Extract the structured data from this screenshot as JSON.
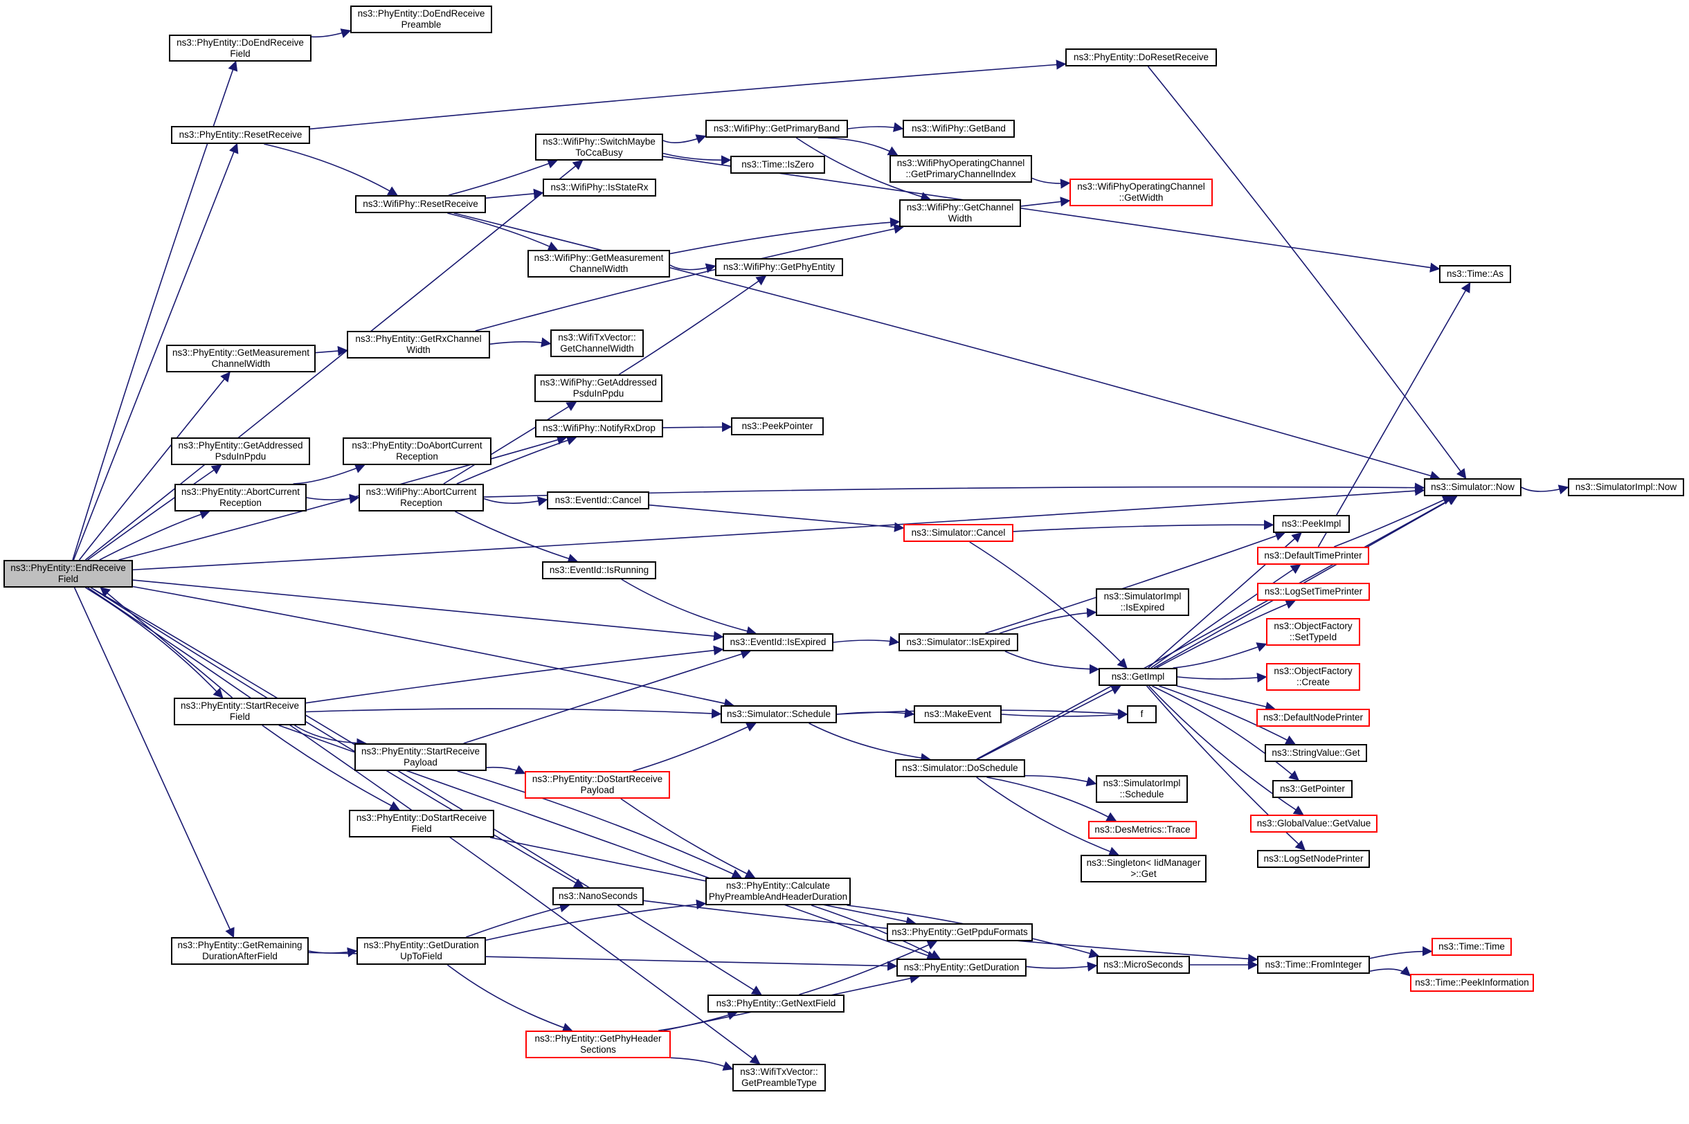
{
  "diagram": {
    "type": "doxygen-call-graph",
    "root": "end_receive_field",
    "edge_color": "#191970",
    "root_fill": "#bfbfbf",
    "truncated_border_color": "#ff0000",
    "nodes": [
      {
        "id": "end_receive_field",
        "lines": [
          "ns3::PhyEntity::EndReceive",
          "Field"
        ],
        "root": true
      },
      {
        "id": "do_end_receive_field",
        "lines": [
          "ns3::PhyEntity::DoEndReceive",
          "Field"
        ]
      },
      {
        "id": "do_end_receive_preamble",
        "lines": [
          "ns3::PhyEntity::DoEndReceive",
          "Preamble"
        ]
      },
      {
        "id": "phy_reset_receive",
        "lines": [
          "ns3::PhyEntity::ResetReceive"
        ]
      },
      {
        "id": "do_reset_receive",
        "lines": [
          "ns3::PhyEntity::DoResetReceive"
        ]
      },
      {
        "id": "switch_maybe_cca",
        "lines": [
          "ns3::WifiPhy::SwitchMaybe",
          "ToCcaBusy"
        ]
      },
      {
        "id": "get_primary_band",
        "lines": [
          "ns3::WifiPhy::GetPrimaryBand"
        ]
      },
      {
        "id": "get_band",
        "lines": [
          "ns3::WifiPhy::GetBand"
        ]
      },
      {
        "id": "time_is_zero",
        "lines": [
          "ns3::Time::IsZero"
        ]
      },
      {
        "id": "is_state_rx",
        "lines": [
          "ns3::WifiPhy::IsStateRx"
        ]
      },
      {
        "id": "wifi_reset_receive",
        "lines": [
          "ns3::WifiPhy::ResetReceive"
        ]
      },
      {
        "id": "get_primary_channel_index",
        "lines": [
          "ns3::WifiPhyOperatingChannel",
          "::GetPrimaryChannelIndex"
        ]
      },
      {
        "id": "op_channel_get_width",
        "lines": [
          "ns3::WifiPhyOperatingChannel",
          "::GetWidth"
        ],
        "truncated": true
      },
      {
        "id": "wifi_get_channel_width",
        "lines": [
          "ns3::WifiPhy::GetChannel",
          "Width"
        ]
      },
      {
        "id": "time_as",
        "lines": [
          "ns3::Time::As"
        ]
      },
      {
        "id": "wifi_get_meas_cw",
        "lines": [
          "ns3::WifiPhy::GetMeasurement",
          "ChannelWidth"
        ]
      },
      {
        "id": "get_phy_entity",
        "lines": [
          "ns3::WifiPhy::GetPhyEntity"
        ]
      },
      {
        "id": "phy_get_meas_cw",
        "lines": [
          "ns3::PhyEntity::GetMeasurement",
          "ChannelWidth"
        ]
      },
      {
        "id": "get_rx_channel_width",
        "lines": [
          "ns3::PhyEntity::GetRxChannel",
          "Width"
        ]
      },
      {
        "id": "txvec_get_channel_width",
        "lines": [
          "ns3::WifiTxVector::",
          "GetChannelWidth"
        ]
      },
      {
        "id": "wifi_get_addressed_psdu",
        "lines": [
          "ns3::WifiPhy::GetAddressed",
          "PsduInPpdu"
        ]
      },
      {
        "id": "notify_rx_drop",
        "lines": [
          "ns3::WifiPhy::NotifyRxDrop"
        ]
      },
      {
        "id": "peek_pointer",
        "lines": [
          "ns3::PeekPointer"
        ]
      },
      {
        "id": "phy_get_addressed_psdu",
        "lines": [
          "ns3::PhyEntity::GetAddressed",
          "PsduInPpdu"
        ]
      },
      {
        "id": "do_abort_current_reception",
        "lines": [
          "ns3::PhyEntity::DoAbortCurrent",
          "Reception"
        ]
      },
      {
        "id": "phy_abort_current_reception",
        "lines": [
          "ns3::PhyEntity::AbortCurrent",
          "Reception"
        ]
      },
      {
        "id": "wifi_abort_current_reception",
        "lines": [
          "ns3::WifiPhy::AbortCurrent",
          "Reception"
        ]
      },
      {
        "id": "event_cancel",
        "lines": [
          "ns3::EventId::Cancel"
        ]
      },
      {
        "id": "simulator_now",
        "lines": [
          "ns3::Simulator::Now"
        ]
      },
      {
        "id": "simulator_impl_now",
        "lines": [
          "ns3::SimulatorImpl::Now"
        ]
      },
      {
        "id": "simulator_cancel",
        "lines": [
          "ns3::Simulator::Cancel"
        ],
        "truncated": true
      },
      {
        "id": "peek_impl",
        "lines": [
          "ns3::PeekImpl"
        ]
      },
      {
        "id": "default_time_printer",
        "lines": [
          "ns3::DefaultTimePrinter"
        ],
        "truncated": true
      },
      {
        "id": "event_is_running",
        "lines": [
          "ns3::EventId::IsRunning"
        ]
      },
      {
        "id": "log_set_time_printer",
        "lines": [
          "ns3::LogSetTimePrinter"
        ],
        "truncated": true
      },
      {
        "id": "simulator_impl_is_expired",
        "lines": [
          "ns3::SimulatorImpl",
          "::IsExpired"
        ]
      },
      {
        "id": "object_factory_set_type_id",
        "lines": [
          "ns3::ObjectFactory",
          "::SetTypeId"
        ],
        "truncated": true
      },
      {
        "id": "event_is_expired",
        "lines": [
          "ns3::EventId::IsExpired"
        ]
      },
      {
        "id": "simulator_is_expired",
        "lines": [
          "ns3::Simulator::IsExpired"
        ]
      },
      {
        "id": "get_impl",
        "lines": [
          "ns3::GetImpl"
        ]
      },
      {
        "id": "object_factory_create",
        "lines": [
          "ns3::ObjectFactory",
          "::Create"
        ],
        "truncated": true
      },
      {
        "id": "start_receive_field",
        "lines": [
          "ns3::PhyEntity::StartReceive",
          "Field"
        ]
      },
      {
        "id": "simulator_schedule",
        "lines": [
          "ns3::Simulator::Schedule"
        ]
      },
      {
        "id": "make_event",
        "lines": [
          "ns3::MakeEvent"
        ]
      },
      {
        "id": "f",
        "lines": [
          "f"
        ]
      },
      {
        "id": "default_node_printer",
        "lines": [
          "ns3::DefaultNodePrinter"
        ],
        "truncated": true
      },
      {
        "id": "string_value_get",
        "lines": [
          "ns3::StringValue::Get"
        ]
      },
      {
        "id": "start_receive_payload",
        "lines": [
          "ns3::PhyEntity::StartReceive",
          "Payload"
        ]
      },
      {
        "id": "do_start_receive_payload",
        "lines": [
          "ns3::PhyEntity::DoStartReceive",
          "Payload"
        ],
        "truncated": true
      },
      {
        "id": "simulator_do_schedule",
        "lines": [
          "ns3::Simulator::DoSchedule"
        ]
      },
      {
        "id": "get_pointer",
        "lines": [
          "ns3::GetPointer"
        ]
      },
      {
        "id": "simulator_impl_schedule",
        "lines": [
          "ns3::SimulatorImpl",
          "::Schedule"
        ]
      },
      {
        "id": "global_value_get_value",
        "lines": [
          "ns3::GlobalValue::GetValue"
        ],
        "truncated": true
      },
      {
        "id": "do_start_receive_field",
        "lines": [
          "ns3::PhyEntity::DoStartReceive",
          "Field"
        ]
      },
      {
        "id": "des_metrics_trace",
        "lines": [
          "ns3::DesMetrics::Trace"
        ],
        "truncated": true
      },
      {
        "id": "log_set_node_printer",
        "lines": [
          "ns3::LogSetNodePrinter"
        ]
      },
      {
        "id": "singleton_get",
        "lines": [
          "ns3::Singleton< IidManager",
          ">::Get"
        ]
      },
      {
        "id": "nano_seconds",
        "lines": [
          "ns3::NanoSeconds"
        ]
      },
      {
        "id": "calc_preamble_header_duration",
        "lines": [
          "ns3::PhyEntity::Calculate",
          "PhyPreambleAndHeaderDuration"
        ]
      },
      {
        "id": "get_ppdu_formats",
        "lines": [
          "ns3::PhyEntity::GetPpduFormats"
        ]
      },
      {
        "id": "get_remaining_duration",
        "lines": [
          "ns3::PhyEntity::GetRemaining",
          "DurationAfterField"
        ]
      },
      {
        "id": "get_duration_up_to_field",
        "lines": [
          "ns3::PhyEntity::GetDuration",
          "UpToField"
        ]
      },
      {
        "id": "time_time",
        "lines": [
          "ns3::Time::Time"
        ],
        "truncated": true
      },
      {
        "id": "get_duration",
        "lines": [
          "ns3::PhyEntity::GetDuration"
        ]
      },
      {
        "id": "micro_seconds",
        "lines": [
          "ns3::MicroSeconds"
        ]
      },
      {
        "id": "time_from_integer",
        "lines": [
          "ns3::Time::FromInteger"
        ]
      },
      {
        "id": "time_peek_information",
        "lines": [
          "ns3::Time::PeekInformation"
        ],
        "truncated": true
      },
      {
        "id": "get_next_field",
        "lines": [
          "ns3::PhyEntity::GetNextField"
        ]
      },
      {
        "id": "get_phy_header_sections",
        "lines": [
          "ns3::PhyEntity::GetPhyHeader",
          "Sections"
        ],
        "truncated": true
      },
      {
        "id": "get_preamble_type",
        "lines": [
          "ns3::WifiTxVector::",
          "GetPreambleType"
        ]
      }
    ],
    "edges": [
      [
        "end_receive_field",
        "do_end_receive_field"
      ],
      [
        "do_end_receive_field",
        "do_end_receive_preamble"
      ],
      [
        "end_receive_field",
        "phy_reset_receive"
      ],
      [
        "phy_reset_receive",
        "do_reset_receive"
      ],
      [
        "phy_reset_receive",
        "wifi_reset_receive"
      ],
      [
        "end_receive_field",
        "switch_maybe_cca"
      ],
      [
        "wifi_reset_receive",
        "switch_maybe_cca"
      ],
      [
        "wifi_reset_receive",
        "is_state_rx"
      ],
      [
        "wifi_reset_receive",
        "wifi_get_meas_cw"
      ],
      [
        "wifi_reset_receive",
        "simulator_now"
      ],
      [
        "switch_maybe_cca",
        "get_primary_band"
      ],
      [
        "switch_maybe_cca",
        "time_is_zero"
      ],
      [
        "switch_maybe_cca",
        "time_as"
      ],
      [
        "get_primary_band",
        "get_band"
      ],
      [
        "get_primary_band",
        "get_primary_channel_index"
      ],
      [
        "get_primary_band",
        "wifi_get_channel_width"
      ],
      [
        "get_primary_channel_index",
        "op_channel_get_width"
      ],
      [
        "wifi_get_channel_width",
        "op_channel_get_width"
      ],
      [
        "do_reset_receive",
        "simulator_now"
      ],
      [
        "wifi_get_meas_cw",
        "wifi_get_channel_width"
      ],
      [
        "wifi_get_meas_cw",
        "get_phy_entity"
      ],
      [
        "end_receive_field",
        "phy_get_meas_cw"
      ],
      [
        "phy_get_meas_cw",
        "get_rx_channel_width"
      ],
      [
        "get_rx_channel_width",
        "txvec_get_channel_width"
      ],
      [
        "get_rx_channel_width",
        "wifi_get_channel_width"
      ],
      [
        "wifi_get_addressed_psdu",
        "get_phy_entity"
      ],
      [
        "end_receive_field",
        "notify_rx_drop"
      ],
      [
        "notify_rx_drop",
        "peek_pointer"
      ],
      [
        "end_receive_field",
        "phy_get_addressed_psdu"
      ],
      [
        "end_receive_field",
        "phy_abort_current_reception"
      ],
      [
        "phy_abort_current_reception",
        "do_abort_current_reception"
      ],
      [
        "phy_abort_current_reception",
        "wifi_abort_current_reception"
      ],
      [
        "wifi_abort_current_reception",
        "wifi_get_addressed_psdu"
      ],
      [
        "wifi_abort_current_reception",
        "notify_rx_drop"
      ],
      [
        "wifi_abort_current_reception",
        "simulator_now"
      ],
      [
        "wifi_abort_current_reception",
        "event_cancel"
      ],
      [
        "wifi_abort_current_reception",
        "event_is_running"
      ],
      [
        "event_cancel",
        "simulator_cancel"
      ],
      [
        "simulator_cancel",
        "peek_impl"
      ],
      [
        "simulator_cancel",
        "get_impl"
      ],
      [
        "event_is_running",
        "event_is_expired"
      ],
      [
        "end_receive_field",
        "simulator_now"
      ],
      [
        "end_receive_field",
        "event_is_expired"
      ],
      [
        "end_receive_field",
        "simulator_schedule"
      ],
      [
        "end_receive_field",
        "start_receive_field"
      ],
      [
        "start_receive_field",
        "end_receive_field"
      ],
      [
        "end_receive_field",
        "nano_seconds"
      ],
      [
        "end_receive_field",
        "get_remaining_duration"
      ],
      [
        "end_receive_field",
        "get_next_field"
      ],
      [
        "end_receive_field",
        "get_preamble_type"
      ],
      [
        "simulator_now",
        "simulator_impl_now"
      ],
      [
        "default_time_printer",
        "simulator_now"
      ],
      [
        "default_time_printer",
        "time_as"
      ],
      [
        "event_is_expired",
        "simulator_is_expired"
      ],
      [
        "simulator_is_expired",
        "simulator_impl_is_expired"
      ],
      [
        "simulator_is_expired",
        "get_impl"
      ],
      [
        "simulator_is_expired",
        "peek_impl"
      ],
      [
        "get_impl",
        "peek_impl"
      ],
      [
        "get_impl",
        "default_time_printer"
      ],
      [
        "get_impl",
        "log_set_time_printer"
      ],
      [
        "get_impl",
        "object_factory_set_type_id"
      ],
      [
        "get_impl",
        "object_factory_create"
      ],
      [
        "get_impl",
        "default_node_printer"
      ],
      [
        "get_impl",
        "string_value_get"
      ],
      [
        "get_impl",
        "get_pointer"
      ],
      [
        "get_impl",
        "global_value_get_value"
      ],
      [
        "get_impl",
        "log_set_node_printer"
      ],
      [
        "get_impl",
        "simulator_now"
      ],
      [
        "start_receive_field",
        "event_is_expired"
      ],
      [
        "start_receive_field",
        "simulator_schedule"
      ],
      [
        "start_receive_field",
        "start_receive_payload"
      ],
      [
        "start_receive_field",
        "do_start_receive_field"
      ],
      [
        "start_receive_field",
        "get_duration"
      ],
      [
        "simulator_schedule",
        "make_event"
      ],
      [
        "simulator_schedule",
        "f"
      ],
      [
        "simulator_schedule",
        "simulator_do_schedule"
      ],
      [
        "make_event",
        "f"
      ],
      [
        "simulator_do_schedule",
        "get_impl"
      ],
      [
        "simulator_do_schedule",
        "simulator_impl_schedule"
      ],
      [
        "simulator_do_schedule",
        "des_metrics_trace"
      ],
      [
        "simulator_do_schedule",
        "singleton_get"
      ],
      [
        "simulator_do_schedule",
        "simulator_now"
      ],
      [
        "start_receive_payload",
        "event_is_expired"
      ],
      [
        "start_receive_payload",
        "do_start_receive_payload"
      ],
      [
        "start_receive_payload",
        "calc_preamble_header_duration"
      ],
      [
        "do_start_receive_payload",
        "simulator_schedule"
      ],
      [
        "do_start_receive_payload",
        "calc_preamble_header_duration"
      ],
      [
        "do_start_receive_field",
        "get_ppdu_formats"
      ],
      [
        "calc_preamble_header_duration",
        "get_duration"
      ],
      [
        "calc_preamble_header_duration",
        "micro_seconds"
      ],
      [
        "nano_seconds",
        "time_from_integer"
      ],
      [
        "get_remaining_duration",
        "get_duration_up_to_field"
      ],
      [
        "get_remaining_duration",
        "get_duration"
      ],
      [
        "get_duration_up_to_field",
        "nano_seconds"
      ],
      [
        "get_duration_up_to_field",
        "calc_preamble_header_duration"
      ],
      [
        "get_duration_up_to_field",
        "get_phy_header_sections"
      ],
      [
        "get_duration",
        "micro_seconds"
      ],
      [
        "micro_seconds",
        "time_from_integer"
      ],
      [
        "time_from_integer",
        "time_time"
      ],
      [
        "time_from_integer",
        "time_peek_information"
      ],
      [
        "get_next_field",
        "get_ppdu_formats"
      ],
      [
        "get_phy_header_sections",
        "get_next_field"
      ],
      [
        "get_phy_header_sections",
        "get_duration"
      ],
      [
        "get_phy_header_sections",
        "get_preamble_type"
      ]
    ]
  }
}
